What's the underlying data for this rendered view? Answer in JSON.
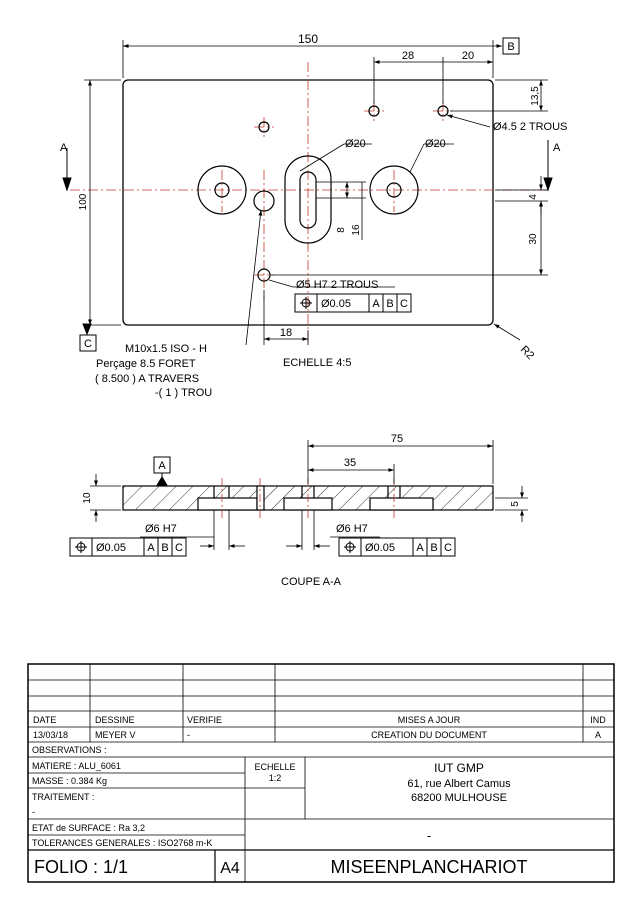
{
  "top_view": {
    "dim_width": "150",
    "dim_28": "28",
    "dim_20": "20",
    "datum_b": "B",
    "dim_13_5": "13,5",
    "note_d45": "Ø4.5   2 TROUS",
    "section_a_left": "A",
    "section_a_right": "A",
    "dim_d20_left": "Ø20",
    "dim_d20_right": "Ø20",
    "dim_height": "100",
    "dim_4": "4",
    "dim_8": "8",
    "dim_16": "16",
    "dim_30": "30",
    "note_d5": "Ø5 H7   2 TROUS",
    "fcf_tol": "Ø0.05",
    "fcf_a": "A",
    "fcf_b": "B",
    "fcf_c": "C",
    "datum_c": "C",
    "dim_18": "18",
    "radius": "R2",
    "thread_note": [
      "M10x1.5 ISO - H",
      "Perçage   8.5 FORET",
      "( 8.500 )  A TRAVERS",
      "-( 1 ) TROU"
    ],
    "scale_note": "ECHELLE  4:5"
  },
  "section_view": {
    "dim_75": "75",
    "dim_35": "35",
    "datum_a": "A",
    "dim_10": "10",
    "dim_5": "5",
    "note_left": "Ø6 H7",
    "note_right": "Ø6  H7",
    "fcf_tol": "Ø0.05",
    "fcf_a": "A",
    "fcf_b": "B",
    "fcf_c": "C",
    "title": "COUPE  A-A"
  },
  "title_block": {
    "h_date": "DATE",
    "h_dessine": "DESSINE",
    "h_verifie": "VERIFIE",
    "h_mises": "MISES A JOUR",
    "h_ind": "IND",
    "v_date": "13/03/18",
    "v_dessine": "MEYER V",
    "v_verifie": "-",
    "v_mises": "CREATION DU DOCUMENT",
    "v_ind": "A",
    "observations": "OBSERVATIONS :",
    "matiere": "MATIERE : ALU_6061",
    "masse": "MASSE : 0.384 Kg",
    "traitement": "TRAITEMENT :",
    "traitement_val": "-",
    "echelle_label": "ECHELLE",
    "echelle_val": "1:2",
    "org_name": "IUT GMP",
    "org_addr1": "61, rue Albert Camus",
    "org_addr2": "68200 MULHOUSE",
    "etat": "ETAT de SURFACE : Ra 3,2",
    "tolerances": "TOLERANCES GENERALES : ISO2768 m-K",
    "dash": "-",
    "folio": "FOLIO : 1/1",
    "format": "A4",
    "drawing_name": "MISEENPLANCHARIOT"
  }
}
